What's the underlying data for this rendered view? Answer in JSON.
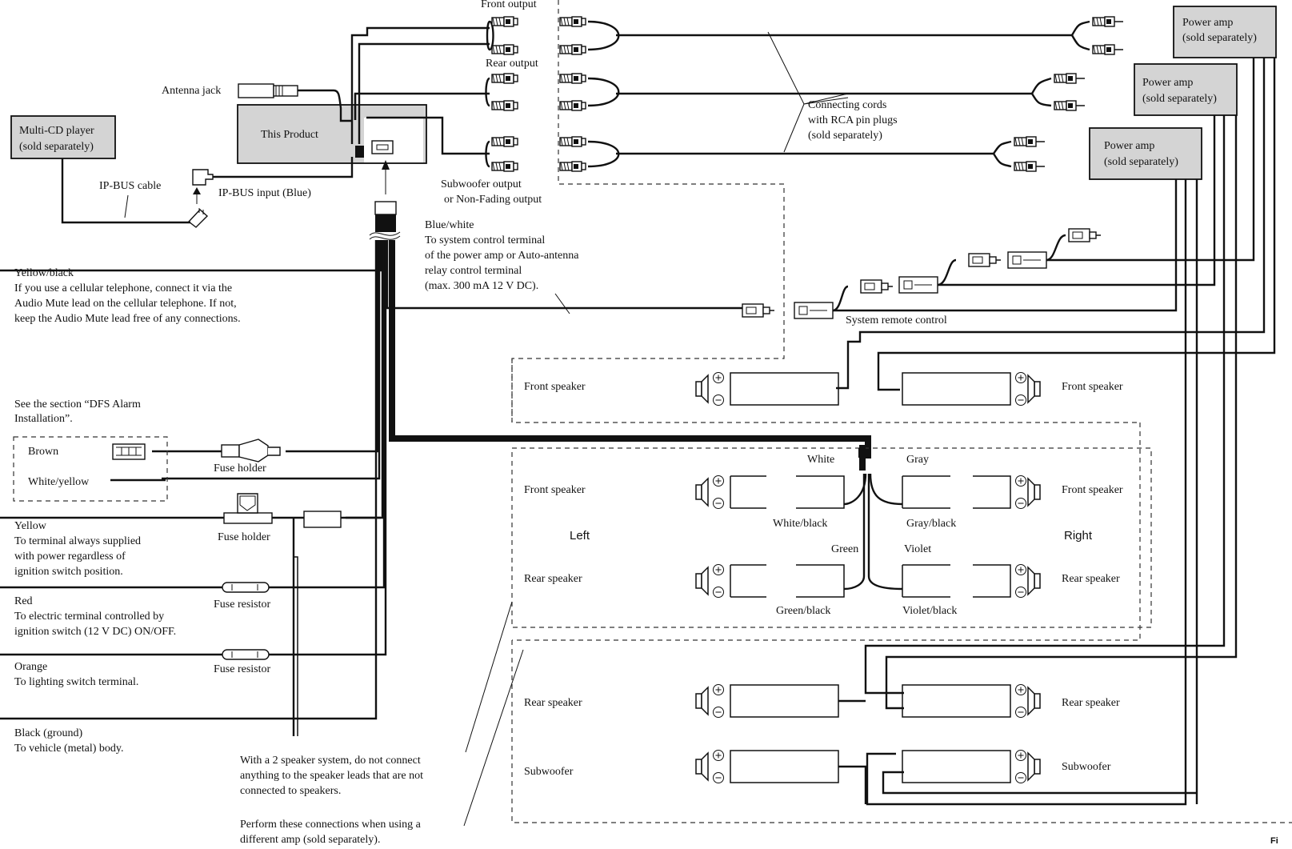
{
  "devices": {
    "this_product": "This Product",
    "multi_cd": [
      "Multi-CD player",
      "(sold separately)"
    ],
    "power_amp_1": [
      "Power amp",
      "(sold separately)"
    ],
    "power_amp_2": [
      "Power amp",
      "(sold separately)"
    ],
    "power_amp_3": [
      "Power amp",
      "(sold separately)"
    ]
  },
  "outputs": {
    "front": "Front output",
    "rear": "Rear output",
    "sub": [
      "Subwoofer output",
      "or Non-Fading output"
    ],
    "cords": [
      "Connecting cords",
      "with RCA pin plugs",
      "(sold separately)"
    ]
  },
  "connectors": {
    "antenna": "Antenna jack",
    "ipbus_cable": "IP-BUS cable",
    "ipbus_input": "IP-BUS input (Blue)",
    "system_remote": "System remote control"
  },
  "leads": {
    "blue_white": [
      "Blue/white",
      "To system control terminal",
      "of the power amp or Auto-antenna",
      " relay control terminal",
      "(max. 300 mA 12 V DC)."
    ],
    "yellow_black": [
      "Yellow/black",
      "If you use a cellular telephone, connect it via the",
      "Audio Mute lead on the cellular telephone. If not,",
      "keep the Audio Mute lead free of any connections."
    ],
    "dfs": [
      "See the section “DFS Alarm",
      "Installation”."
    ],
    "brown": "Brown",
    "white_yellow": "White/yellow",
    "yellow": [
      "Yellow",
      "To terminal always supplied",
      "with power regardless of",
      "ignition switch position."
    ],
    "red": [
      "Red",
      "To electric terminal controlled by",
      "ignition switch (12 V DC) ON/OFF."
    ],
    "orange": [
      "Orange",
      "To lighting switch terminal."
    ],
    "black": [
      "Black (ground)",
      "To vehicle (metal) body."
    ],
    "fuse_holder": "Fuse holder",
    "fuse_resistor": "Fuse resistor"
  },
  "speakers": {
    "front": "Front speaker",
    "rear": "Rear speaker",
    "sub": "Subwoofer",
    "left": "Left",
    "right": "Right",
    "white": "White",
    "white_black": "White/black",
    "green": "Green",
    "green_black": "Green/black",
    "gray": "Gray",
    "gray_black": "Gray/black",
    "violet": "Violet",
    "violet_black": "Violet/black"
  },
  "notes": {
    "two_speaker": [
      "With a 2 speaker system, do not connect",
      "anything to the speaker leads that are not",
      "connected to speakers."
    ],
    "diff_amp": [
      "Perform these connections when using a",
      "different amp (sold separately)."
    ]
  },
  "symbols": {
    "plus": "+",
    "minus": "−"
  },
  "page_marker": "Fi"
}
